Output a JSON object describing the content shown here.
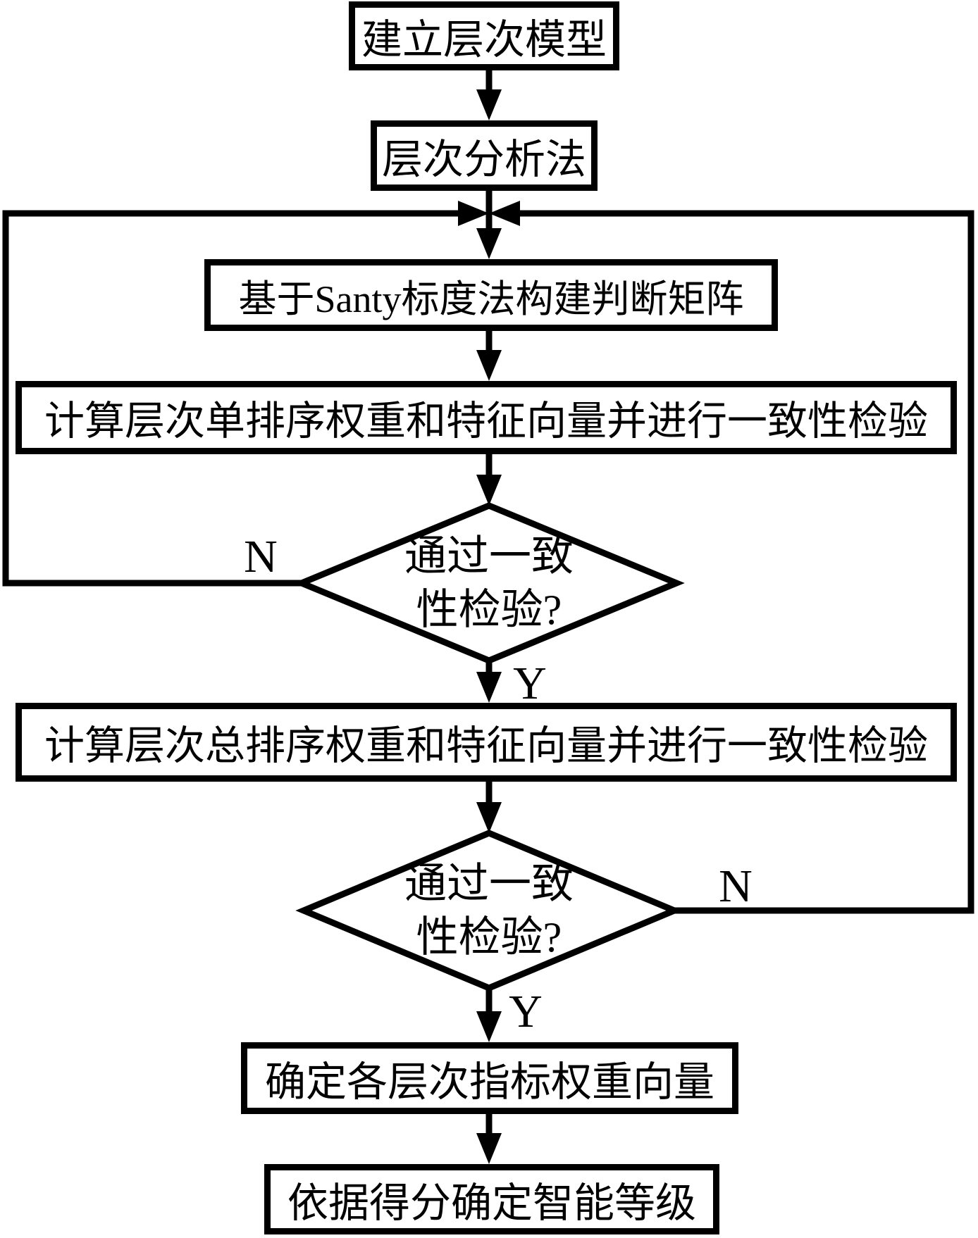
{
  "nodes": {
    "n1": "建立层次模型",
    "n2": "层次分析法",
    "n3": "基于Santy标度法构建判断矩阵",
    "n4": "计算层次单排序权重和特征向量并进行一致性检验",
    "n5": "计算层次总排序权重和特征向量并进行一致性检验",
    "n6": "确定各层次指标权重向量",
    "n7": "依据得分确定智能等级"
  },
  "decisions": {
    "d1": {
      "line1": "通过一致",
      "line2": "性检验?"
    },
    "d2": {
      "line1": "通过一致",
      "line2": "性检验?"
    }
  },
  "branches": {
    "d1_no": "N",
    "d1_yes": "Y",
    "d2_no": "N",
    "d2_yes": "Y"
  },
  "colors": {
    "ink": "#000000",
    "background": "#ffffff"
  }
}
